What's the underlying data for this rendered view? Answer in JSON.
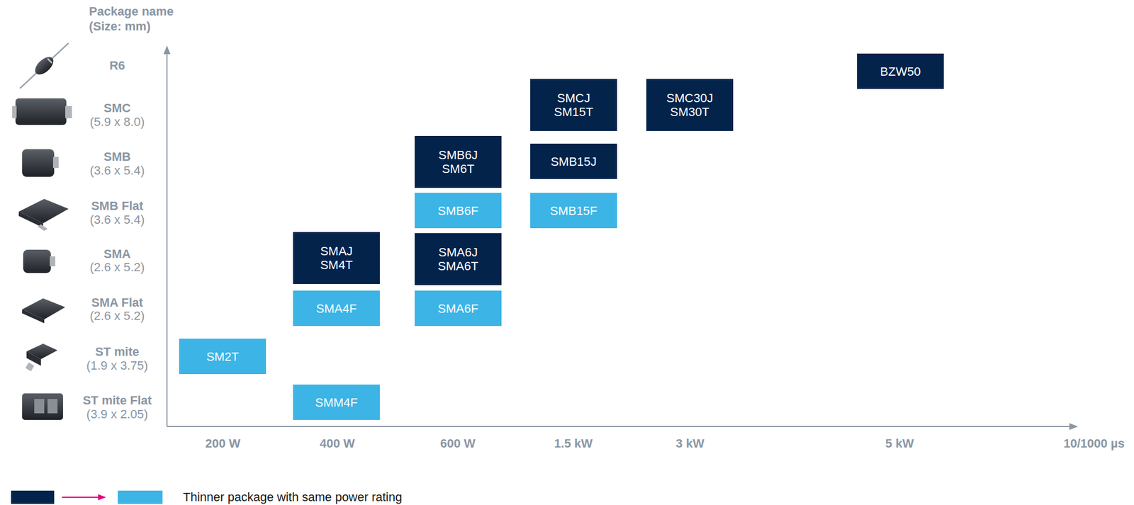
{
  "diagram": {
    "nodes": [
      {
        "text": [
          "BZW50"
        ]
      },
      {
        "text": [
          "SMCJ",
          "SM15T"
        ]
      },
      {
        "text": [
          "SMC30J",
          "SM30T"
        ]
      },
      {
        "text": [
          "SMB6J",
          "SM6T"
        ]
      },
      {
        "text": [
          "SMB15J"
        ]
      },
      {
        "text": [
          "SMB6F"
        ]
      },
      {
        "text": [
          "SMB15F"
        ]
      },
      {
        "text": [
          "SMAJ",
          "SM4T"
        ]
      },
      {
        "text": [
          "SMA6J",
          "SMA6T"
        ]
      },
      {
        "text": [
          "SMA4F"
        ]
      },
      {
        "text": [
          "SMA6F"
        ]
      },
      {
        "text": [
          "SM2T"
        ]
      },
      {
        "text": [
          "SMM4F"
        ]
      }
    ],
    "labels": [
      "Package name",
      "(Size: mm)",
      "R6",
      "SMC",
      "(5.9 x 8.0)",
      "SMB",
      "(3.6 x 5.4)",
      "SMB Flat",
      "(3.6 x 5.4)",
      "SMA",
      "(2.6 x 5.2)",
      "SMA Flat",
      "(2.6 x 5.2)",
      "ST mite",
      "(1.9 x 3.75)",
      "ST mite Flat",
      "(3.9 x 2.05)",
      "200 W",
      "400 W",
      "600 W",
      "1.5 kW",
      "3 kW",
      "5 kW",
      "10/1000 µs"
    ],
    "legend": [
      {
        "text": "Thinner package with same power rating"
      }
    ]
  }
}
